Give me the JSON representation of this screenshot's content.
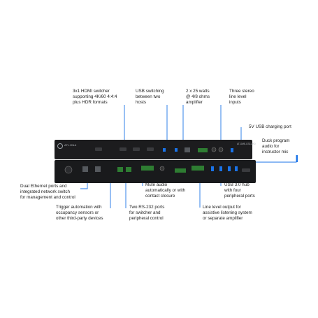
{
  "device": {
    "brand": "ATLONA",
    "model": "AT-OME-CS31-HD"
  },
  "callouts": {
    "hdmi_switcher": [
      "3x1 HDMI switcher",
      "supporting 4K/60 4:4:4",
      "plus HDR formats"
    ],
    "usb_switching": [
      "USB switching",
      "between two",
      "hosts"
    ],
    "amplifier": [
      "2 x 25 watts",
      "@ 4/8 ohms",
      "amplifier"
    ],
    "stereo_inputs": [
      "Three stereo",
      "line level",
      "inputs"
    ],
    "usb_charging": [
      "5V USB charging port"
    ],
    "duck_program": [
      "Duck program",
      "audio for",
      "instructor mic"
    ],
    "ethernet": [
      "Dual Ethernet ports and",
      "integrated network switch",
      "for management and control"
    ],
    "mute_audio": [
      "Mute audio",
      "automatically or with",
      "contact closure"
    ],
    "usb_hub": [
      "USB 3.0 hub",
      "with four",
      "peripheral ports"
    ],
    "trigger": [
      "Trigger automation with",
      "occupancy sensors or",
      "other third-party devices"
    ],
    "rs232": [
      "Two RS-232 ports",
      "for switcher and",
      "peripheral control"
    ],
    "line_out": [
      "Line level output for",
      "assistive listening system",
      "or separate amplifier"
    ]
  },
  "colors": {
    "accent": "#1a73e8",
    "chassis": "#1c1c1e"
  }
}
